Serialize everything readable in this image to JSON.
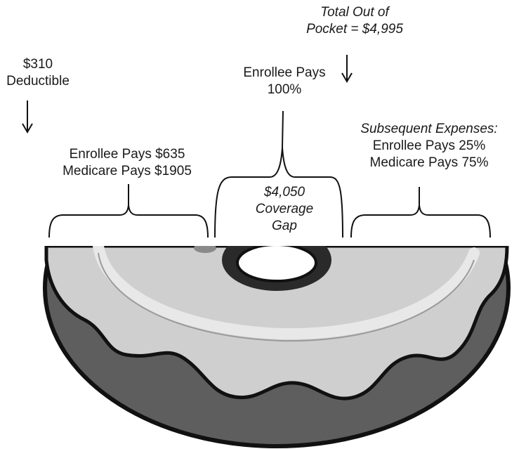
{
  "total_out_of_pocket": {
    "line1": "Total Out of",
    "line2": "Pocket = $4,995"
  },
  "deductible": {
    "line1": "$310",
    "line2": "Deductible"
  },
  "initial_coverage": {
    "line1": "Enrollee Pays $635",
    "line2": "Medicare Pays $1905"
  },
  "coverage_gap_share": {
    "line1": "Enrollee Pays",
    "line2": "100%"
  },
  "coverage_gap": {
    "line1": "$4,050",
    "line2": "Coverage",
    "line3": "Gap"
  },
  "catastrophic": {
    "line1": "Subsequent Expenses:",
    "line2": "Enrollee Pays 25%",
    "line3": "Medicare Pays 75%"
  },
  "colors": {
    "background": "#ffffff",
    "ink": "#1a1a1a",
    "donut_dark": "#5e5e5e",
    "donut_light": "#cfcfcf",
    "icing_highlight": "#e8e8e8",
    "sprinkle": "#8a8a8a"
  }
}
